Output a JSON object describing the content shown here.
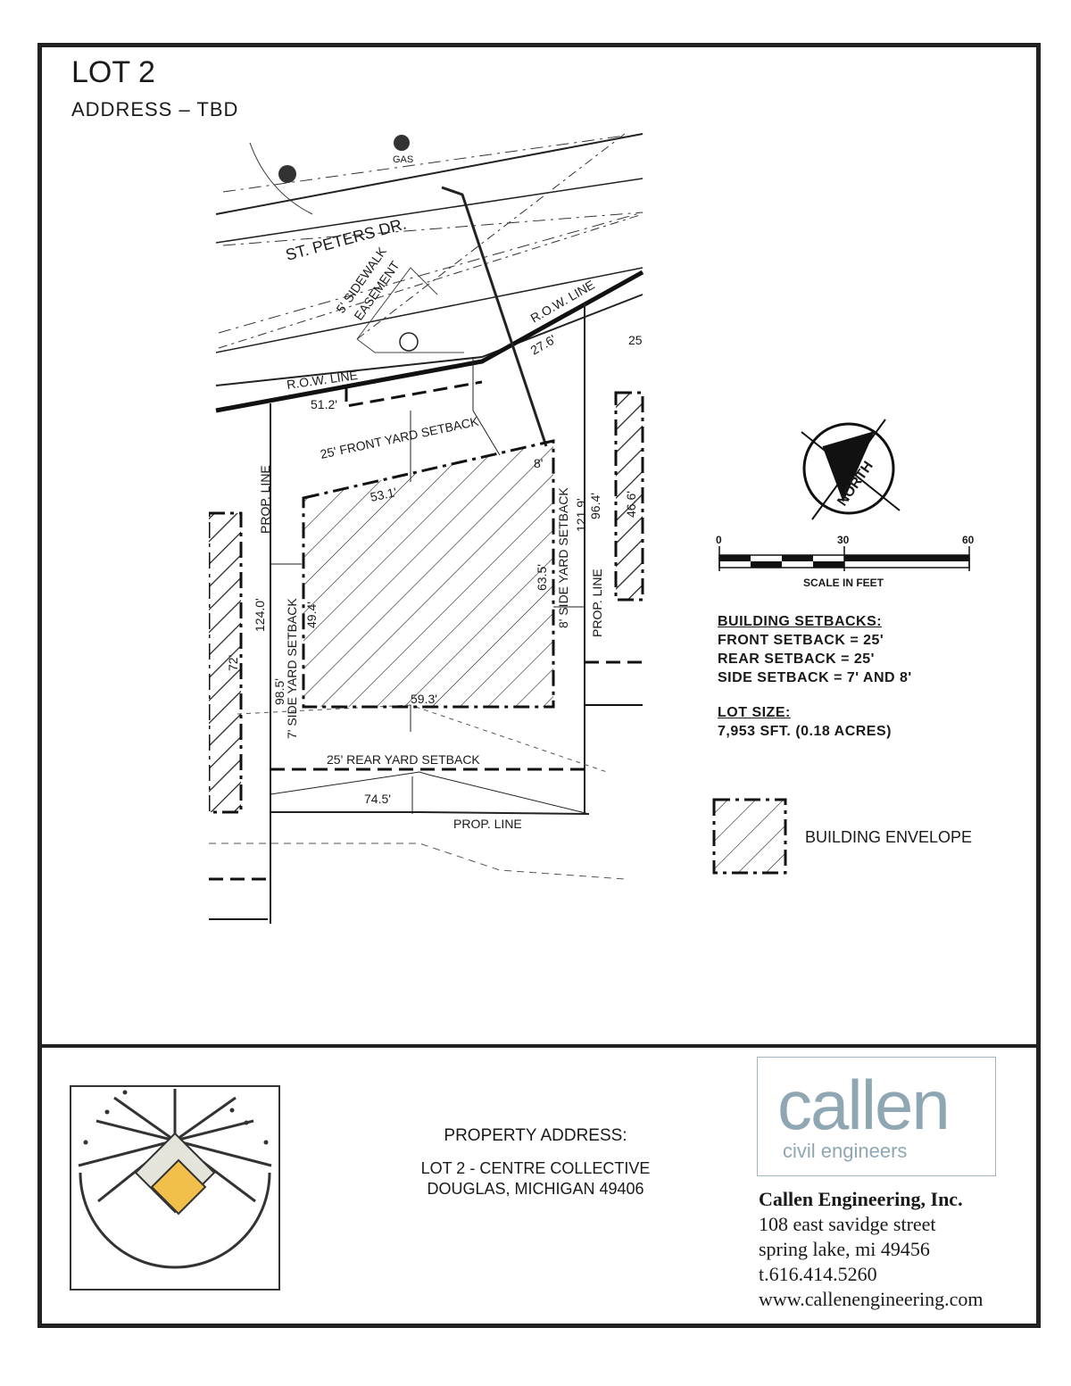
{
  "header": {
    "title": "LOT 2",
    "address_line": "ADDRESS  –  TBD"
  },
  "plan": {
    "street_name": "ST. PETERS DR.",
    "sidewalk_easement_1": "5' SIDEWALK",
    "sidewalk_easement_2": "EASEMENT",
    "row_line_left": "R.O.W. LINE",
    "row_line_right": "R.O.W. LINE",
    "gas_label": "GAS",
    "dim_51_2": "51.2'",
    "dim_27_6": "27.6'",
    "dim_25_neighbor": "25",
    "front_setback": "25' FRONT YARD SETBACK",
    "dim_8_top": "8'",
    "dim_53_1": "53.1'",
    "right_side_setback": "8' SIDE YARD SETBACK",
    "dim_121_9": "121.9'",
    "dim_96_4": "96.4'",
    "dim_46_6": "46.6'",
    "dim_63_5": "63.5'",
    "prop_line_left": "PROP. LINE",
    "prop_line_right": "PROP. LINE",
    "prop_line_bottom": "PROP. LINE",
    "dim_124_0": "124.0'",
    "dim_72": "72'",
    "left_side_setback": "7' SIDE YARD SETBACK",
    "dim_49_4": "49.4'",
    "dim_98_5": "98.5'",
    "dim_59_3": "59.3'",
    "rear_setback": "25' REAR YARD SETBACK",
    "dim_74_5": "74.5'",
    "north_label": "NORTH"
  },
  "scale": {
    "tick_0": "0",
    "tick_30": "30",
    "tick_60": "60",
    "label": "SCALE IN FEET"
  },
  "setbacks": {
    "heading": "BUILDING SETBACKS:",
    "front": "FRONT SETBACK = 25'",
    "rear": "REAR SETBACK = 25'",
    "side": "SIDE SETBACK = 7' AND 8'"
  },
  "lot_size": {
    "heading": "LOT SIZE:",
    "value": "7,953 SFT. (0.18 ACRES)"
  },
  "legend": {
    "building_envelope": "BUILDING ENVELOPE"
  },
  "footer": {
    "property_heading": "PROPERTY ADDRESS:",
    "property_line1": "LOT 2 - CENTRE COLLECTIVE",
    "property_line2": "DOUGLAS, MICHIGAN 49406",
    "logo_word": "callen",
    "logo_sub": "civil engineers",
    "company_name": "Callen Engineering, Inc.",
    "company_street": "108 east savidge street",
    "company_city": "spring lake, mi 49456",
    "company_phone": "t.616.414.5260",
    "company_web": "www.callenengineering.com"
  },
  "colors": {
    "logo_accent": "#f2c04a",
    "logo_tile": "#e4e4da",
    "brand_gray": "#8fa7b3"
  }
}
